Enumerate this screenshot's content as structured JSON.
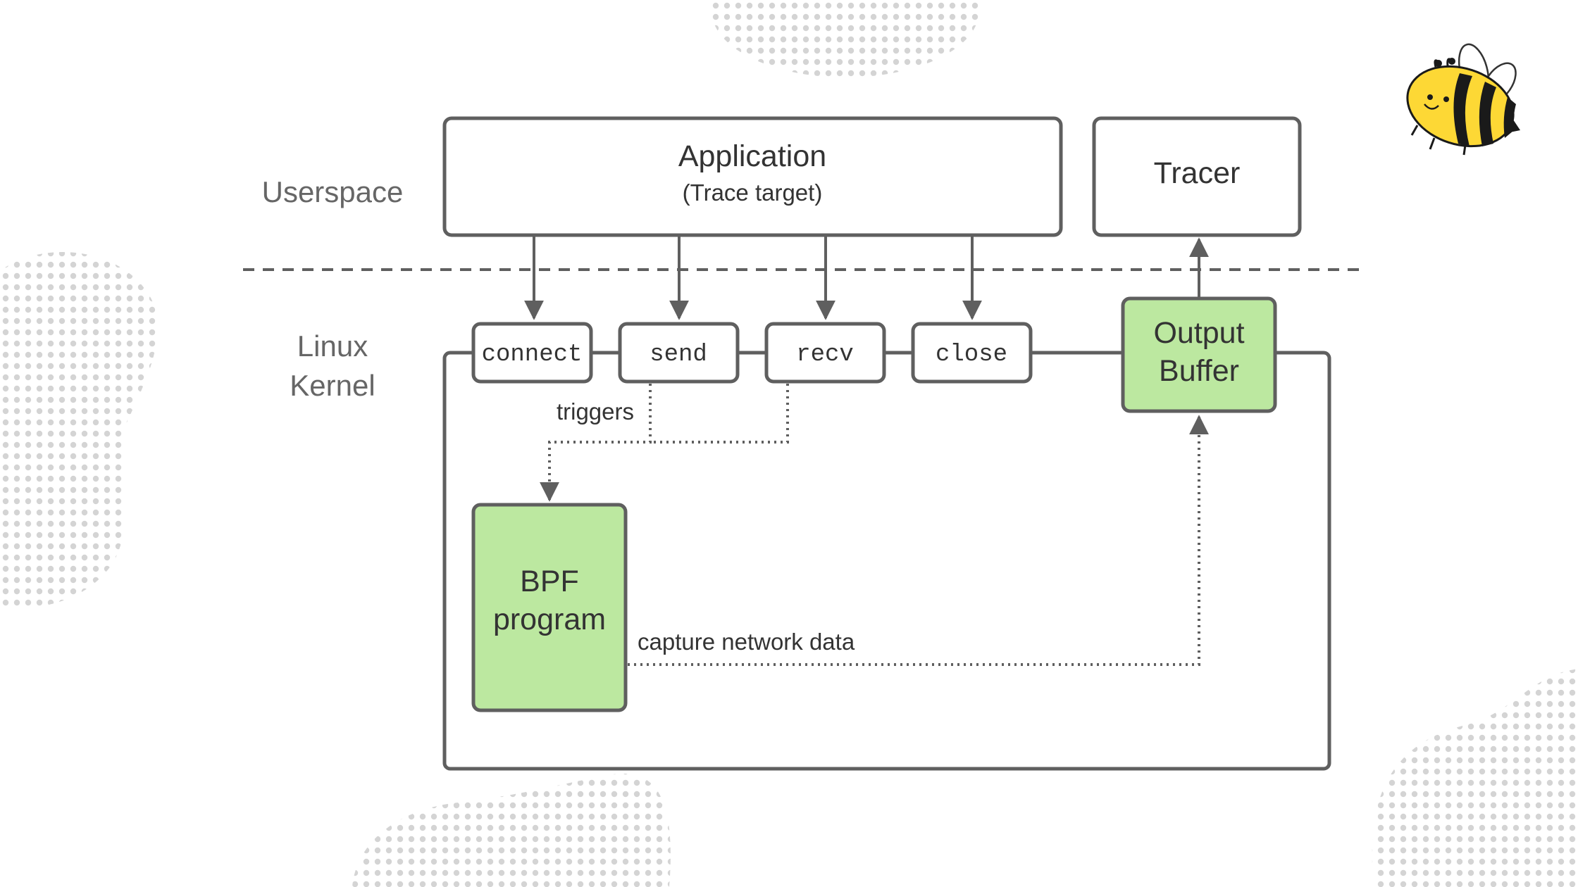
{
  "zones": {
    "userspace": "Userspace",
    "kernel_line1": "Linux",
    "kernel_line2": "Kernel"
  },
  "application": {
    "title": "Application",
    "subtitle": "(Trace target)"
  },
  "tracer": {
    "label": "Tracer"
  },
  "syscalls": [
    "connect",
    "send",
    "recv",
    "close"
  ],
  "output_buffer": {
    "line1": "Output",
    "line2": "Buffer"
  },
  "bpf_program": {
    "line1": "BPF",
    "line2": "program"
  },
  "edges": {
    "triggers": "triggers",
    "capture": "capture network data"
  },
  "colors": {
    "stroke": "#5f5f5f",
    "green_fill": "#bce8a0",
    "dots": "#d4d4d4",
    "bee_yellow": "#fdd835",
    "bee_black": "#1a1a1a"
  },
  "icons": {
    "logo": "bee-logo-icon"
  }
}
